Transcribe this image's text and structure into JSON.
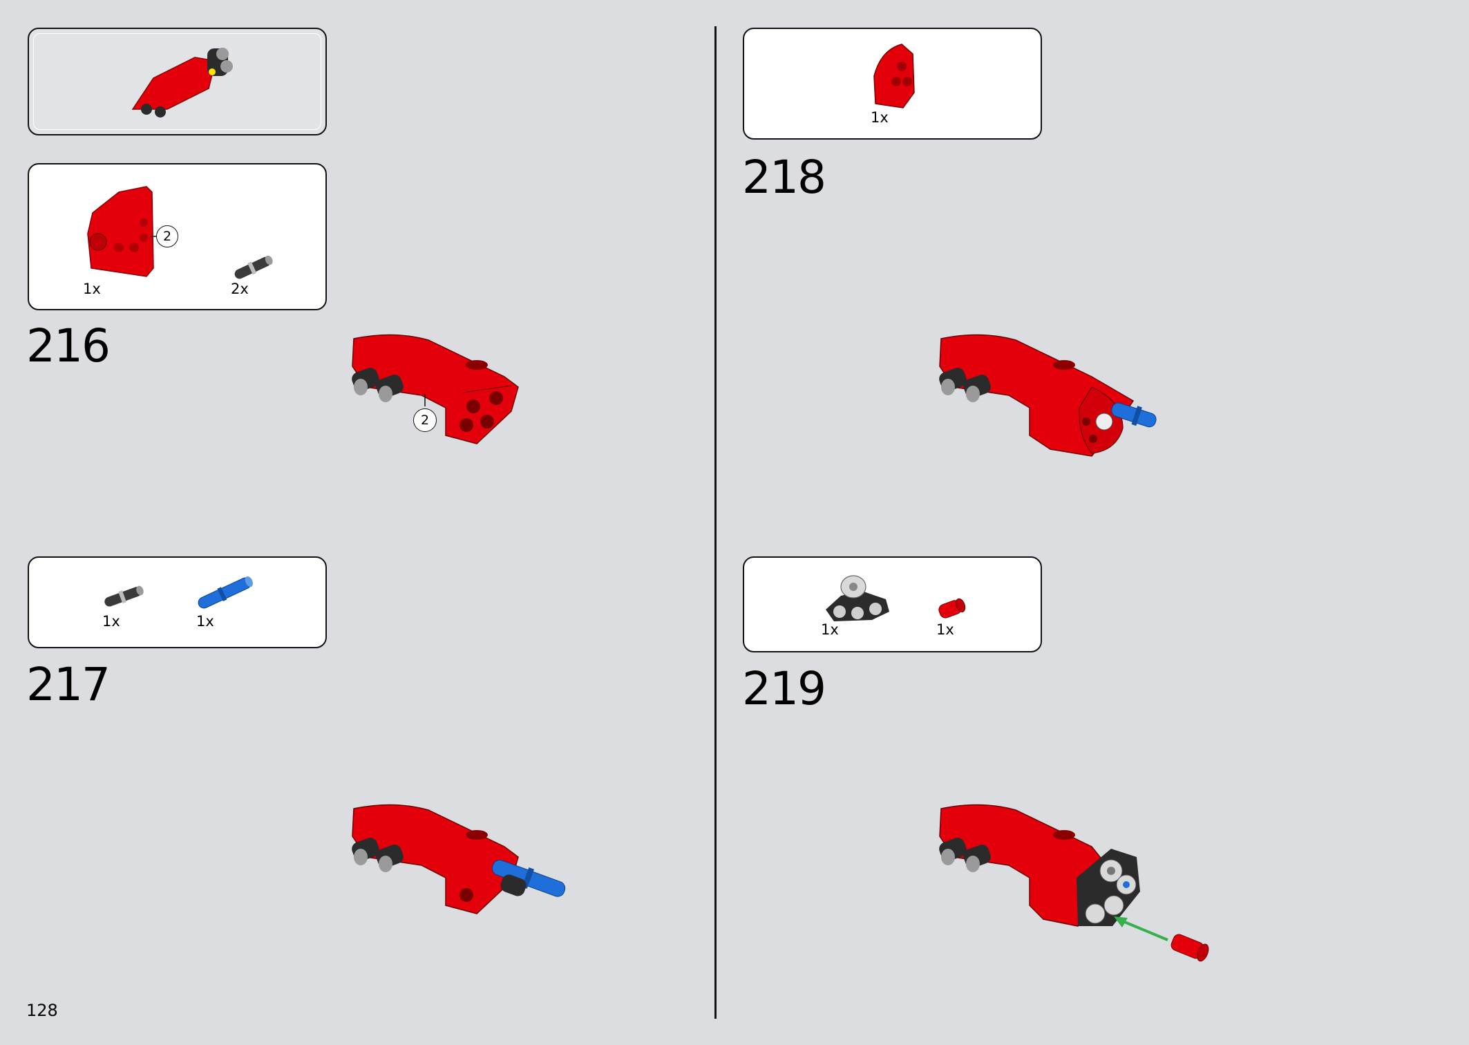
{
  "page_number": "128",
  "steps": [
    {
      "number": "216",
      "parts": [
        {
          "qty": "1x",
          "callout": "2"
        },
        {
          "qty": "2x"
        }
      ],
      "model_callout": "2"
    },
    {
      "number": "217",
      "parts": [
        {
          "qty": "1x"
        },
        {
          "qty": "1x"
        }
      ]
    },
    {
      "number": "218",
      "parts": [
        {
          "qty": "1x"
        }
      ]
    },
    {
      "number": "219",
      "parts": [
        {
          "qty": "1x"
        },
        {
          "qty": "1x"
        }
      ]
    }
  ],
  "colors": {
    "red": "#e3000b",
    "blue": "#1e6fd9",
    "black": "#2b2b2b",
    "grey": "#9a9a9a",
    "arrow": "#35b04a",
    "background": "#dcdde0"
  }
}
